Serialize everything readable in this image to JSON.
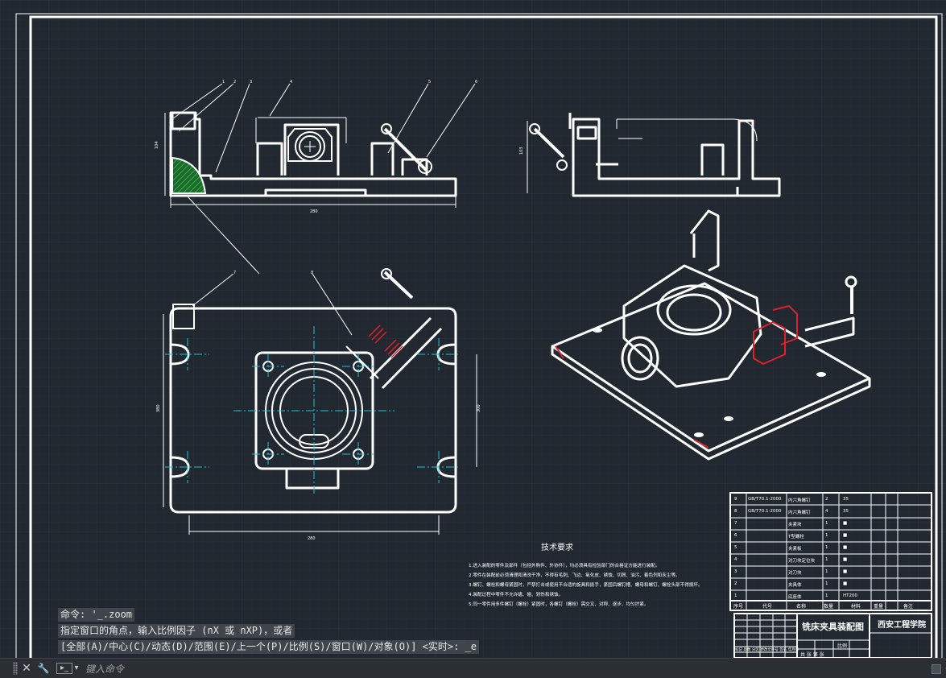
{
  "drawing": {
    "tech_title": "技术要求",
    "tech_notes": [
      "1.进入装配的零件及部件（包括外购件、外协件），均必须具有检验部门的合格证方能进行装配。",
      "2.零件在装配前必须清理和清洗干净，不得有毛刺、飞边、氧化皮、锈蚀、切屑、油污、着色剂和灰尘等。",
      "3.螺钉、螺栓和螺母紧固时，严禁打击或使用不合适的旋具和扳手，紧固后螺钉槽、螺母和螺钉、螺栓头部不得损坏。",
      "4.装配过程中零件不允许磕、碰、划伤和锈蚀。",
      "5.同一零件用多件螺钉（螺栓）紧固时，各螺钉（螺栓）需交叉、对称、逐步、均匀拧紧。"
    ],
    "title_block": {
      "drawing_name": "铣床夹具装配图",
      "company": "西安工程学院",
      "headers": [
        "序号",
        "代号",
        "名称",
        "数量",
        "材料",
        "重量",
        "备注"
      ],
      "sub_labels": [
        "标记",
        "处数",
        "分区",
        "更改文件号",
        "签名",
        "年月日"
      ],
      "scale_label": "比例",
      "sheet_label": "共 张 第 张"
    },
    "bom": [
      {
        "no": "9",
        "code": "GB/T70.1-2000",
        "name": "内六角螺钉",
        "qty": "2",
        "mat": "35"
      },
      {
        "no": "8",
        "code": "GB/T70.1-2000",
        "name": "内六角螺钉",
        "qty": "4",
        "mat": "35"
      },
      {
        "no": "7",
        "code": "",
        "name": "夹紧块",
        "qty": "1",
        "mat": "■"
      },
      {
        "no": "6",
        "code": "",
        "name": "T型螺栓",
        "qty": "1",
        "mat": "■"
      },
      {
        "no": "5",
        "code": "",
        "name": "夹紧板",
        "qty": "1",
        "mat": "■"
      },
      {
        "no": "4",
        "code": "",
        "name": "对刀块定位块",
        "qty": "1",
        "mat": "■"
      },
      {
        "no": "3",
        "code": "",
        "name": "对刀块",
        "qty": "1",
        "mat": "■"
      },
      {
        "no": "2",
        "code": "",
        "name": "夹具体",
        "qty": "1",
        "mat": "■"
      },
      {
        "no": "1",
        "code": "",
        "name": "底座体",
        "qty": "1",
        "mat": "HT200"
      }
    ],
    "dims": {
      "front_width": "280",
      "front_height": "104",
      "side_height": "103",
      "top_width": "280",
      "top_height_left": "380",
      "top_height_right": "300"
    },
    "balloons": [
      "1",
      "2",
      "3",
      "4",
      "5",
      "6",
      "7",
      "8"
    ]
  },
  "command": {
    "history": [
      "命令: '_.zoom",
      "指定窗口的角点，输入比例因子 (nX 或 nXP)，或者",
      "[全部(A)/中心(C)/动态(D)/范围(E)/上一个(P)/比例(S)/窗口(W)/对象(O)] <实时>: _e"
    ],
    "placeholder": "键入命令",
    "close_glyph": "✕",
    "wrench_glyph": "🔧",
    "prompt_glyph": "▸_",
    "dropdown_glyph": "▾"
  },
  "colors": {
    "background": "#212830",
    "grid_major": "#2c3540",
    "grid_minor": "#262d36",
    "line_white": "#ffffff",
    "center_cyan": "#1bc3d6",
    "highlight_red": "#e0202a",
    "hatch_green": "#2ea043"
  }
}
